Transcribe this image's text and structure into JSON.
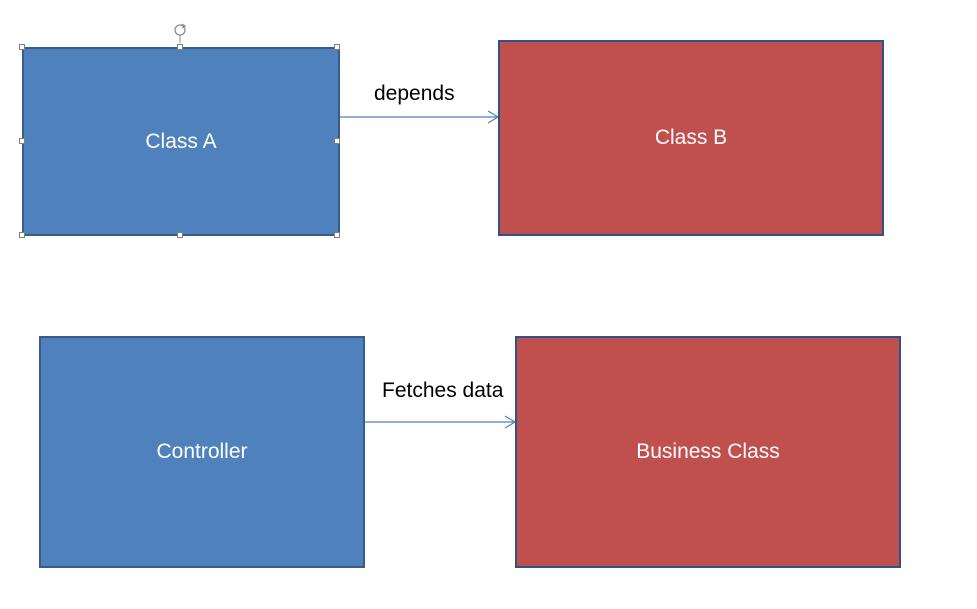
{
  "diagram": {
    "nodes": [
      {
        "id": "class-a",
        "label": "Class A",
        "fill": "#4f81bd"
      },
      {
        "id": "class-b",
        "label": "Class B",
        "fill": "#c0504d"
      },
      {
        "id": "controller",
        "label": "Controller",
        "fill": "#4f81bd"
      },
      {
        "id": "business-class",
        "label": "Business Class",
        "fill": "#c0504d"
      }
    ],
    "edges": [
      {
        "from": "class-a",
        "to": "class-b",
        "label": "depends"
      },
      {
        "from": "controller",
        "to": "business-class",
        "label": "Fetches data"
      }
    ],
    "colors": {
      "blue_fill": "#4f81bd",
      "red_fill": "#c0504d",
      "border": "#385d8a",
      "arrow": "#4f81bd"
    },
    "selected_node": "class-a"
  }
}
